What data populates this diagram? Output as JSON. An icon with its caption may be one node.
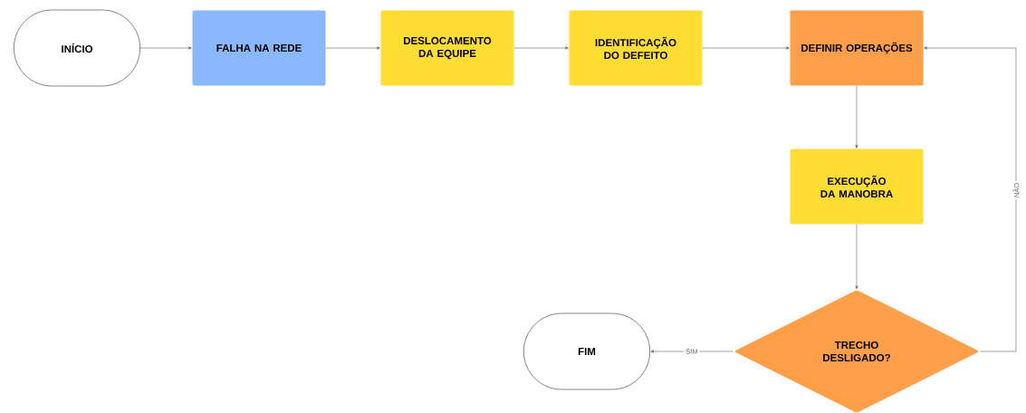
{
  "diagram": {
    "nodes": [
      {
        "text": [
          "INÍCIO"
        ]
      },
      {
        "text": [
          "FALHA NA REDE"
        ]
      },
      {
        "text": [
          "DESLOCAMENTO DA EQUIPE"
        ]
      },
      {
        "text": [
          "IDENTIFICAÇÃO DO DEFEITO"
        ]
      },
      {
        "text": [
          "DEFINIR OPERAÇÕES"
        ]
      },
      {
        "text": [
          "EXECUÇÃO DA MANOBRA"
        ]
      },
      {
        "text": [
          "TRECHO DESLIGADO?"
        ]
      },
      {
        "text": [
          "FIM"
        ]
      }
    ],
    "edges": [
      {
        "from": 0,
        "to": 1,
        "arrow": "to"
      },
      {
        "from": 1,
        "to": 2,
        "arrow": "to"
      },
      {
        "from": 2,
        "to": 3,
        "arrow": "to"
      },
      {
        "from": 3,
        "to": 4,
        "arrow": "to"
      },
      {
        "from": 4,
        "to": 5,
        "arrow": "to"
      },
      {
        "from": 5,
        "to": 6,
        "arrow": "to"
      },
      {
        "from": 6,
        "to": 7,
        "label": "SIM",
        "arrow": "to"
      },
      {
        "from": 6,
        "to": 4,
        "label": "NÃO",
        "arrow": "to"
      }
    ]
  }
}
